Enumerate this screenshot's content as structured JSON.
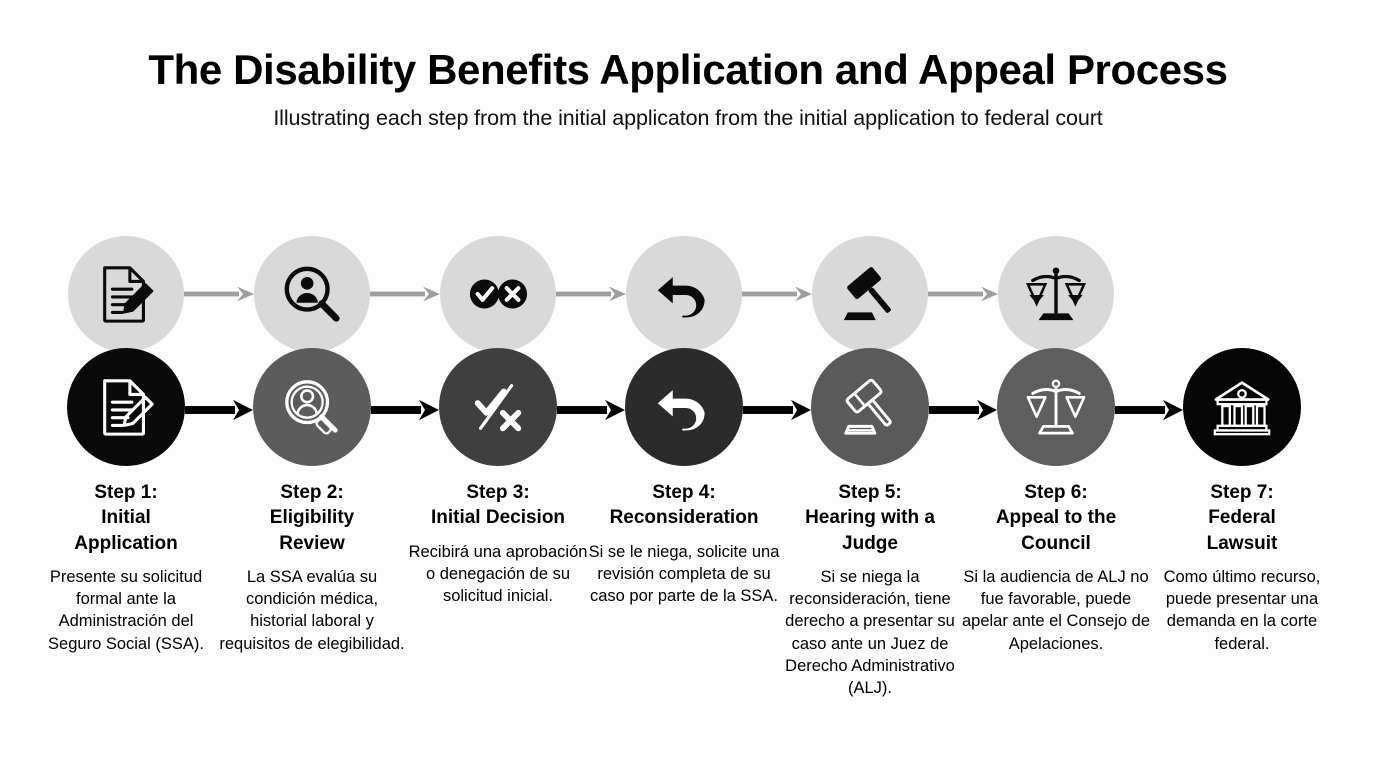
{
  "header": {
    "title": "The Disability Benefits Application and Appeal Process",
    "subtitle": "Illustrating each step from the initial applicaton from the initial application to federal court"
  },
  "colors": {
    "background": "#fdfdfd",
    "top_circle": "#d9d9d9",
    "top_arrow": "#9e9e9e",
    "bottom_arrow": "#000000",
    "text": "#000000",
    "step_circle_1": "#0a0a0a",
    "step_circle_2": "#5c5c5c",
    "step_circle_3": "#3f3f3f",
    "step_circle_4": "#2b2b2b",
    "step_circle_5": "#5a5a5a",
    "step_circle_6": "#5e5e5e",
    "step_circle_7": "#060606"
  },
  "steps": [
    {
      "number": "Step 1:",
      "name": "Initial\nApplication",
      "title": "Step 1:\nInitial\nApplication",
      "description": "Presente su solicitud formal ante la Administración del Seguro Social (SSA).",
      "icon": "document-pencil-icon",
      "circle_color": "#0a0a0a",
      "has_top_circle": true
    },
    {
      "number": "Step 2:",
      "name": "Eligibility\nReview",
      "title": "Step 2:\nEligibility\nReview",
      "description": "La SSA evalúa su condición médica, historial laboral y requisitos de elegibilidad.",
      "icon": "person-magnifier-icon",
      "circle_color": "#5c5c5c",
      "has_top_circle": true
    },
    {
      "number": "Step 3:",
      "name": "Initial Decision",
      "title": "Step 3:\nInitial Decision",
      "description": "Recibirá una aprobación o denegación de su solicitud inicial.",
      "icon": "check-cross-icon",
      "circle_color": "#3f3f3f",
      "has_top_circle": true
    },
    {
      "number": "Step 4:",
      "name": "Reconsideration",
      "title": "Step 4:\nReconsideration",
      "description": "Si se le niega, solicite una revisión completa de su caso por parte de la SSA.",
      "icon": "undo-arrow-icon",
      "circle_color": "#2b2b2b",
      "has_top_circle": true
    },
    {
      "number": "Step 5:",
      "name": "Hearing with a\nJudge",
      "title": "Step 5:\nHearing with a\nJudge",
      "description": "Si se niega la reconsideración, tiene derecho a presentar su caso ante un Juez de Derecho Administrativo (ALJ).",
      "icon": "gavel-icon",
      "circle_color": "#5a5a5a",
      "has_top_circle": true
    },
    {
      "number": "Step 6:",
      "name": "Appeal to the\nCouncil",
      "title": "Step 6:\nAppeal to the\nCouncil",
      "description": "Si la audiencia de ALJ no fue favorable, puede apelar ante el Consejo de Apelaciones.",
      "icon": "scales-of-justice-icon",
      "circle_color": "#5e5e5e",
      "has_top_circle": true
    },
    {
      "number": "Step 7:",
      "name": "Federal\nLawsuit",
      "title": "Step 7:\nFederal\nLawsuit",
      "description": "Como último recurso, puede presentar una demanda en la corte federal.",
      "icon": "courthouse-icon",
      "circle_color": "#060606",
      "has_top_circle": false
    }
  ]
}
